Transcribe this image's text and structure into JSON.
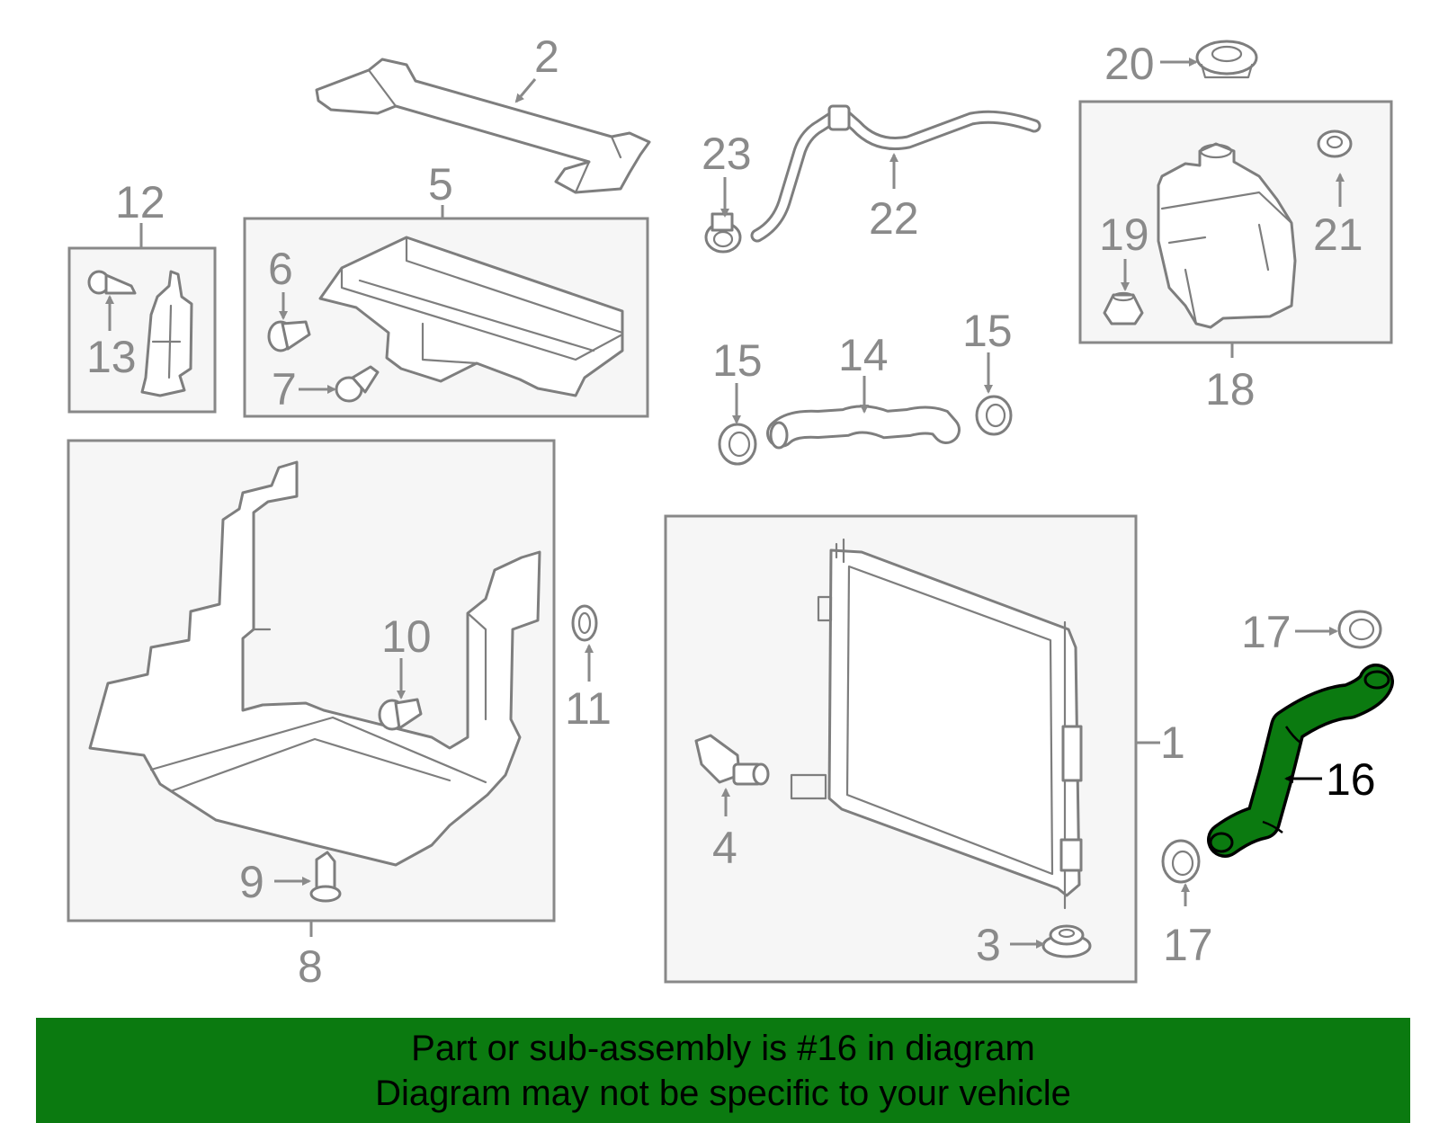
{
  "callouts": {
    "c1": "1",
    "c2": "2",
    "c3": "3",
    "c4": "4",
    "c5": "5",
    "c6": "6",
    "c7": "7",
    "c8": "8",
    "c9": "9",
    "c10": "10",
    "c11": "11",
    "c12": "12",
    "c13": "13",
    "c14": "14",
    "c15a": "15",
    "c15b": "15",
    "c16": "16",
    "c17a": "17",
    "c17b": "17",
    "c18": "18",
    "c19": "19",
    "c20": "20",
    "c21": "21",
    "c22": "22",
    "c23": "23"
  },
  "highlight": {
    "part": "16",
    "color": "#0b7a10"
  },
  "banner": {
    "line1": "Part or sub-assembly is #16 in diagram",
    "line2": "Diagram may not be specific to your vehicle",
    "background": "#0b7a10"
  }
}
